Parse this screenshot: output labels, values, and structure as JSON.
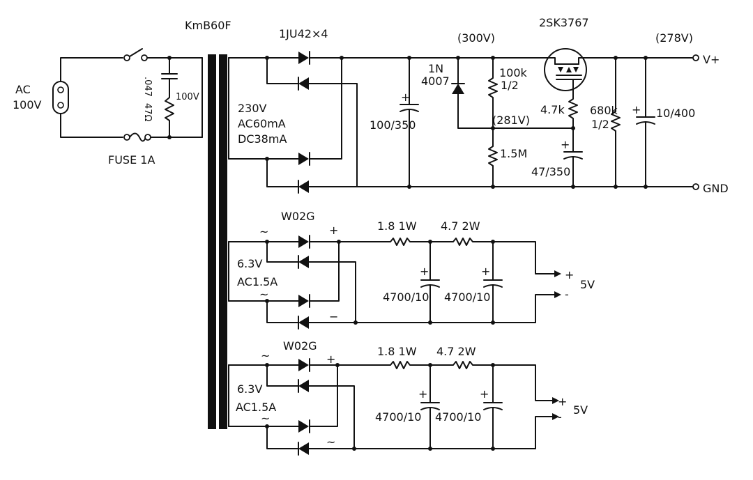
{
  "title": "",
  "input": {
    "ac_label_1": "AC",
    "ac_label_2": "100V",
    "fuse_label": "FUSE 1A",
    "snubber_cap_value": ".047",
    "snubber_res_value": "47Ω",
    "snubber_voltage": "100V"
  },
  "transformer": {
    "model": "KmB60F"
  },
  "hv_supply": {
    "diode_label": "1JU42×4",
    "winding_1": "230V",
    "winding_2": "AC60mA",
    "winding_3": "DC38mA",
    "cap_main": "100/350",
    "zener_diode_1": "1N",
    "zener_diode_2": "4007",
    "voltage_before_mosfet": "(300V)",
    "r_100k_1": "100k",
    "r_100k_2": "1/2",
    "gate_voltage": "(281V)",
    "r_1_5M": "1.5M",
    "r_4_7k": "4.7k",
    "cap_gate": "47/350",
    "mosfet": "2SK3767",
    "r_680k_1": "680k",
    "r_680k_2": "1/2",
    "cap_out": "10/400",
    "output_voltage": "(278V)",
    "terminal_plus": "V+",
    "terminal_gnd": "GND"
  },
  "lv_supplies": [
    {
      "bridge": "W02G",
      "winding_1": "6.3V",
      "winding_2": "AC1.5A",
      "r1": "1.8 1W",
      "r2": "4.7 2W",
      "c1": "4700/10",
      "c2": "4700/10",
      "plus": "+",
      "minus": "-",
      "output": "5V",
      "ac1": "~",
      "ac2": "~",
      "bridge_plus": "+",
      "bridge_minus": "−"
    },
    {
      "bridge": "W02G",
      "winding_1": "6.3V",
      "winding_2": "AC1.5A",
      "r1": "1.8 1W",
      "r2": "4.7 2W",
      "c1": "4700/10",
      "c2": "4700/10",
      "plus": "+",
      "minus": "-",
      "output": "5V",
      "ac1": "~",
      "ac2": "~",
      "bridge_plus": "+",
      "bridge_minus": "~"
    }
  ]
}
